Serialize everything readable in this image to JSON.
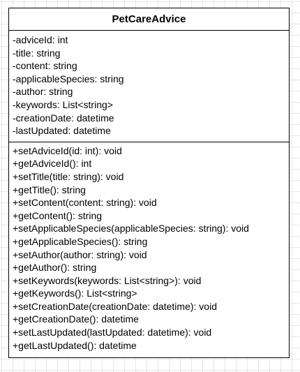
{
  "class_box": {
    "name": "PetCareAdvice",
    "attributes": [
      "-adviceId: int",
      "-title: string",
      "-content: string",
      "-applicableSpecies: string",
      "-author: string",
      "-keywords: List<string>",
      "-creationDate: datetime",
      "-lastUpdated: datetime"
    ],
    "operations": [
      "+setAdviceId(id: int): void",
      "+getAdviceId(): int",
      "+setTitle(title: string): void",
      "+getTitle(): string",
      "+setContent(content: string): void",
      "+getContent(): string",
      "+setApplicableSpecies(applicableSpecies: string): void",
      "+getApplicableSpecies(): string",
      "+setAuthor(author: string): void",
      "+getAuthor(): string",
      "+setKeywords(keywords: List<string>): void",
      "+getKeywords(): List<string>",
      "+setCreationDate(creationDate: datetime): void",
      "+getCreationDate(): datetime",
      "+setLastUpdated(lastUpdated: datetime): void",
      "+getLastUpdated(): datetime"
    ]
  }
}
